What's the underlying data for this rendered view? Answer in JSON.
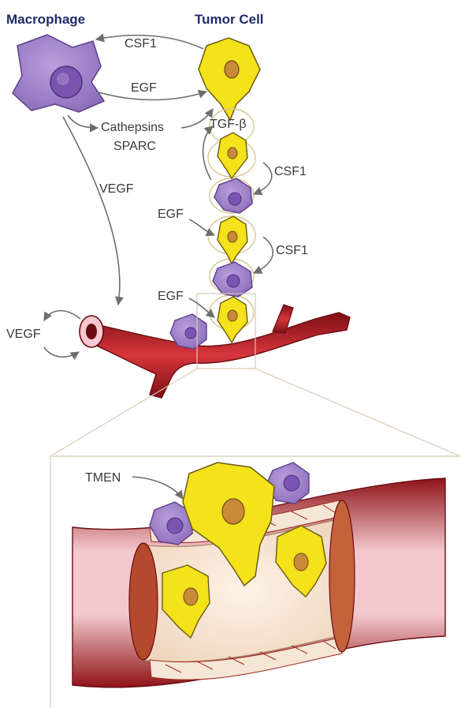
{
  "headers": {
    "macrophage": "Macrophage",
    "tumor_cell": "Tumor Cell"
  },
  "labels": {
    "csf1_top": "CSF1",
    "egf_top": "EGF",
    "cathepsins": "Cathepsins",
    "sparc": "SPARC",
    "tgf_beta": "TGF-β",
    "vegf_main": "VEGF",
    "csf1_mid1": "CSF1",
    "egf_mid1": "EGF",
    "csf1_mid2": "CSF1",
    "egf_mid2": "EGF",
    "vegf_vessel": "VEGF",
    "tmen": "TMEN"
  },
  "colors": {
    "header_text": "#1f2a6b",
    "tumor_fill": "#f4e21a",
    "tumor_nucleus": "#c98a3a",
    "macrophage_fill": "#9b7fc4",
    "macrophage_nucleus": "#7a54b0",
    "vessel_red": "#b51f24",
    "vessel_wall": "#ecd9c8",
    "ecm_fiber": "#d8c890"
  }
}
